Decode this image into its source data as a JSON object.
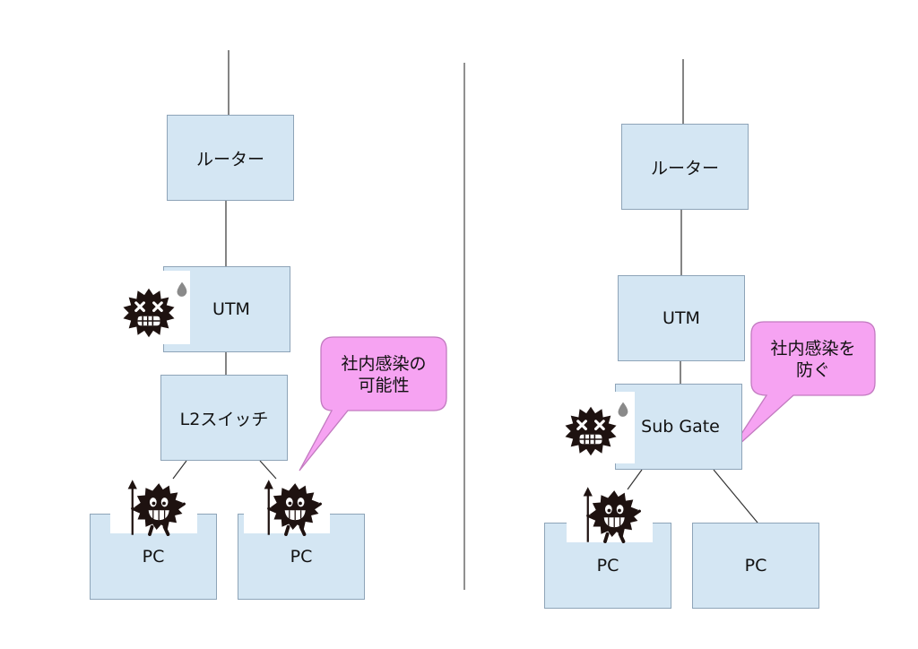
{
  "left": {
    "router": "ルーター",
    "utm": "UTM",
    "switch": "L2スイッチ",
    "pc1": "PC",
    "pc2": "PC",
    "callout": "社内感染の\n可能性"
  },
  "right": {
    "router": "ルーター",
    "utm": "UTM",
    "subgate": "Sub Gate",
    "pc1": "PC",
    "pc2": "PC",
    "callout": "社内感染を\n防ぐ"
  },
  "colors": {
    "box_fill": "#d4e6f3",
    "box_border": "#8ea4b8",
    "callout_fill": "#f6a3f2",
    "callout_border": "#c27ac0",
    "virus": "#1e1210"
  },
  "icons": [
    "virus-dizzy-icon",
    "virus-armed-icon",
    "sweat-drop-icon",
    "trident-icon"
  ]
}
